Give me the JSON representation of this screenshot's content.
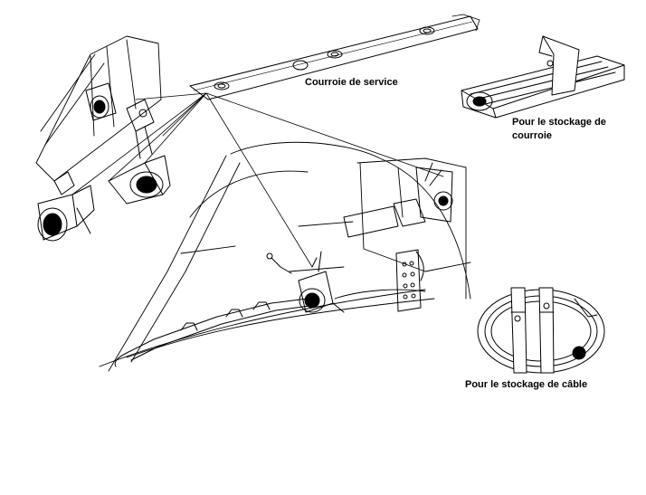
{
  "labels": {
    "service_strap": "Courroie de service",
    "strap_storage_line1": "Pour le stockage de",
    "strap_storage_line2": "courroie",
    "cable_storage": "Pour le stockage de câble"
  },
  "colors": {
    "ink": "#000000",
    "background": "#ffffff"
  }
}
